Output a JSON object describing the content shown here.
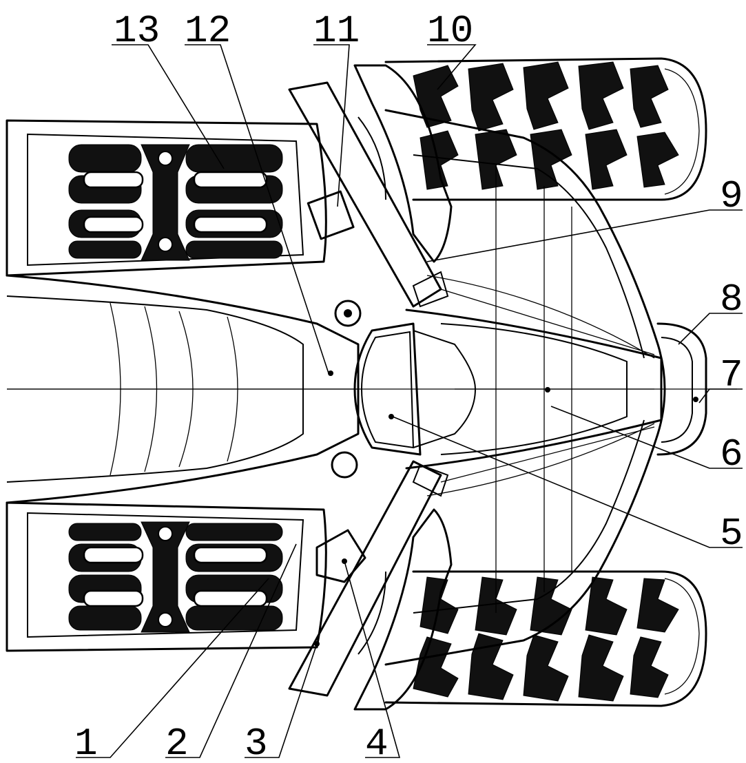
{
  "callouts": [
    {
      "id": "label-1",
      "text": "1"
    },
    {
      "id": "label-2",
      "text": "2"
    },
    {
      "id": "label-3",
      "text": "3"
    },
    {
      "id": "label-4",
      "text": "4"
    },
    {
      "id": "label-5",
      "text": "5"
    },
    {
      "id": "label-6",
      "text": "6"
    },
    {
      "id": "label-7",
      "text": "7"
    },
    {
      "id": "label-8",
      "text": "8"
    },
    {
      "id": "label-9",
      "text": "9"
    },
    {
      "id": "label-10",
      "text": "10"
    },
    {
      "id": "label-11",
      "text": "11"
    },
    {
      "id": "label-12",
      "text": "12"
    },
    {
      "id": "label-13",
      "text": "13"
    }
  ],
  "line_color": "#000000",
  "background": "#ffffff"
}
